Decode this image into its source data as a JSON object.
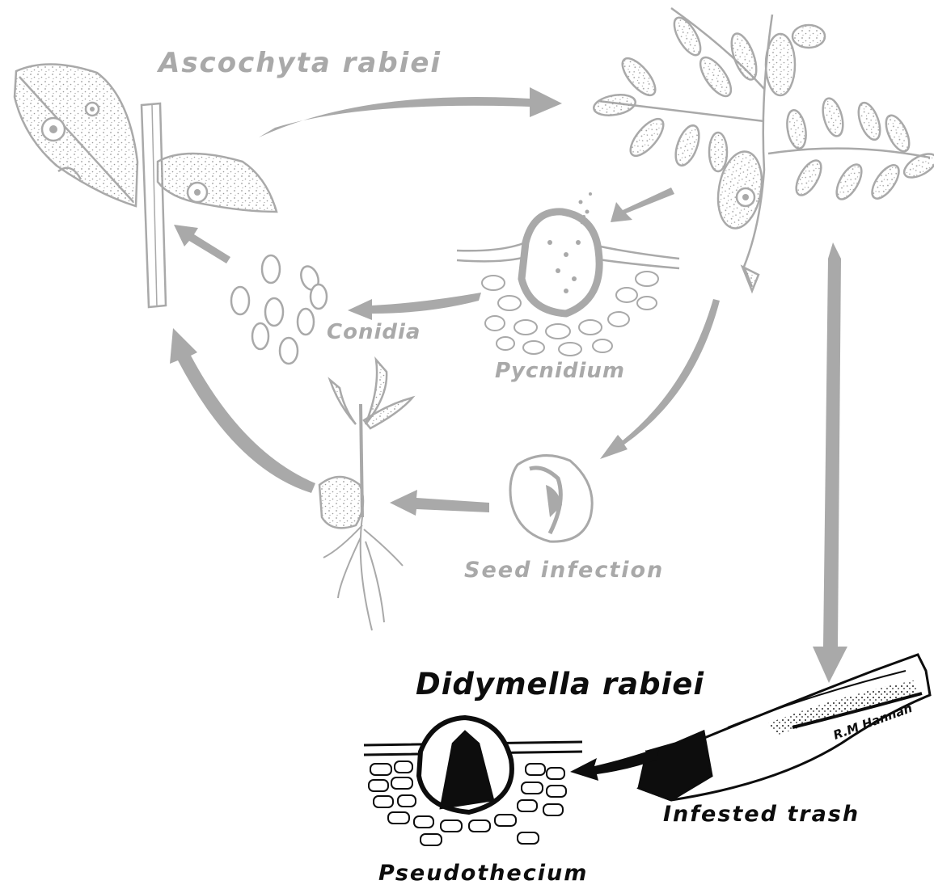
{
  "diagram": {
    "asexual_title": "Ascochyta rabiei",
    "sexual_title": "Didymella rabiei",
    "labels": {
      "conidia": "Conidia",
      "pycnidium": "Pycnidium",
      "seed_infection": "Seed infection",
      "infested_trash": "Infested trash",
      "pseudothecium": "Pseudothecium"
    },
    "signature": "R.M Hannan"
  },
  "colors": {
    "asexual_stage": "#a9a9a9",
    "sexual_stage": "#0d0d0d",
    "background": "#ffffff"
  }
}
